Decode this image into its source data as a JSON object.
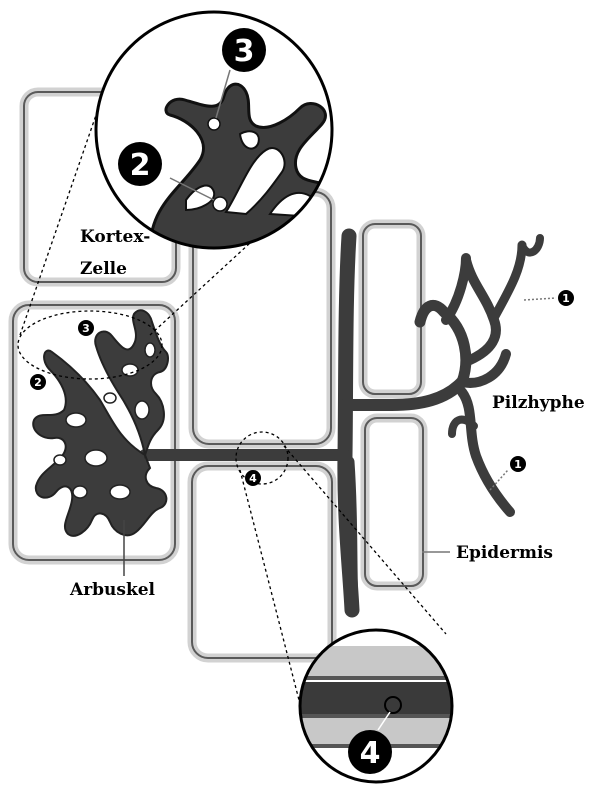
{
  "labels": {
    "kortex_line1": "Kortex-",
    "kortex_line2": "Zelle",
    "pilzhyphe": "Pilzhyphe",
    "epidermis": "Epidermis",
    "arbuskel": "Arbuskel"
  },
  "markers": {
    "m1a": "1",
    "m1b": "1",
    "m2_small": "2",
    "m3_small": "3",
    "m4_small": "4",
    "m2_big": "2",
    "m3_big": "3",
    "m4_big": "4"
  },
  "colors": {
    "hypha": "#3c3c3c",
    "cell_wall_outer": "#d0d0d0",
    "cell_wall_inner": "#5a5a5a",
    "marker_fill": "#000000",
    "band_light": "#c8c8c8",
    "band_dark": "#3a3a3a"
  }
}
